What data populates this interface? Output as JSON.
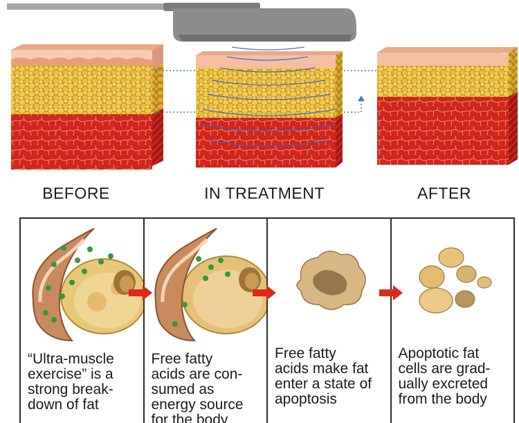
{
  "stages": {
    "before": "BEFORE",
    "treatment": "IN TREATMENT",
    "after": "AFTER"
  },
  "steps": [
    {
      "caption": "“Ultra-muscle\nexercise” is a\nstrong break-\ndown of fat"
    },
    {
      "caption": "Free fatty\nacids are con-\nsumed as\nenergy source\nfor the body"
    },
    {
      "caption": "Free fatty\nacids make fat\nenter a state of\napoptosis"
    },
    {
      "caption": "Apoptotic fat\ncells are grad-\nually excreted\nfrom the body"
    }
  ],
  "colors": {
    "skin": "#f2b89a",
    "fat": "#e8c24a",
    "muscle": "#d2281c",
    "arrow": "#e0281c",
    "wave": "#3a5fc8",
    "device": "#8a8a8a"
  }
}
